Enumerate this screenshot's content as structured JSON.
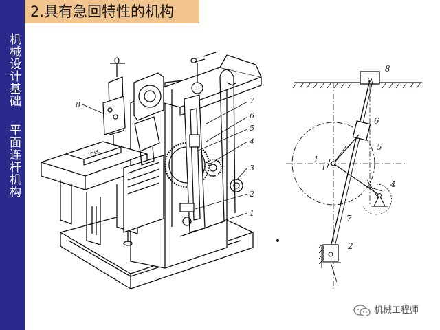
{
  "title": "2.具有急回特性的机构",
  "sidebar": {
    "line1": "机械设计基础",
    "line2": "平面连杆机构"
  },
  "machine_labels": {
    "n8": "8",
    "n7": "7",
    "n6": "6",
    "n5": "5",
    "n4": "4",
    "n3": "3",
    "n2": "2",
    "n1": "1",
    "workpiece": "工件"
  },
  "kinematic_labels": {
    "n8": "8",
    "n6": "6",
    "n5": "5",
    "n1": "1",
    "n4": "4",
    "n7": "7",
    "n2": "2"
  },
  "watermark": {
    "text": "机械工程师",
    "icon": "wechat-icon"
  },
  "colors": {
    "sidebar": "#2a2a8c",
    "title_bg": "#f2c58f"
  }
}
